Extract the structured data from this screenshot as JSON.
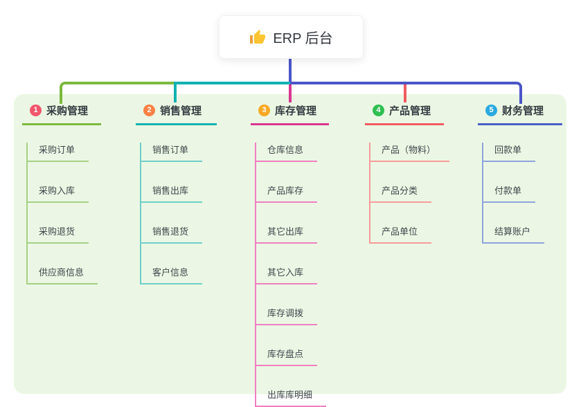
{
  "root": {
    "title": "ERP 后台",
    "icon": "thumbs-up-icon"
  },
  "panel_color": "#ebf7e4",
  "connectors": {
    "root_line_color": "#4a55c8",
    "bus_segment_colors": [
      "#7cb93e",
      "#10b2b2",
      "#4a55c8"
    ],
    "drop_colors": [
      "#7cb93e",
      "#10b2b2",
      "#d9368f",
      "#f25b62",
      "#4a55c8"
    ]
  },
  "branches": [
    {
      "badge": "1",
      "label": "采购管理",
      "color": "#7cb93e",
      "light_color": "#a5d083",
      "badge_color": "#f2566c",
      "items": [
        {
          "label": "采购订单"
        },
        {
          "label": "采购入库"
        },
        {
          "label": "采购退货"
        },
        {
          "label": "供应商信息"
        }
      ]
    },
    {
      "badge": "2",
      "label": "销售管理",
      "color": "#10b2b2",
      "light_color": "#6fcfc9",
      "badge_color": "#fb8144",
      "items": [
        {
          "label": "销售订单"
        },
        {
          "label": "销售出库"
        },
        {
          "label": "销售退货"
        },
        {
          "label": "客户信息"
        }
      ]
    },
    {
      "badge": "3",
      "label": "库存管理",
      "color": "#d9368f",
      "light_color": "#ef7fc1",
      "badge_color": "#f9a825",
      "items": [
        {
          "label": "仓库信息"
        },
        {
          "label": "产品库存"
        },
        {
          "label": "其它出库"
        },
        {
          "label": "其它入库"
        },
        {
          "label": "库存调拨"
        },
        {
          "label": "库存盘点"
        },
        {
          "label": "出库库明细"
        }
      ]
    },
    {
      "badge": "4",
      "label": "产品管理",
      "color": "#f25b62",
      "light_color": "#f79a9b",
      "badge_color": "#2fbf51",
      "items": [
        {
          "label": "产品（物料）"
        },
        {
          "label": "产品分类"
        },
        {
          "label": "产品单位"
        }
      ]
    },
    {
      "badge": "5",
      "label": "财务管理",
      "color": "#4a5fc8",
      "light_color": "#8fa3dc",
      "badge_color": "#2ba9e0",
      "items": [
        {
          "label": "回款单"
        },
        {
          "label": "付款单"
        },
        {
          "label": "结算账户"
        }
      ]
    }
  ]
}
